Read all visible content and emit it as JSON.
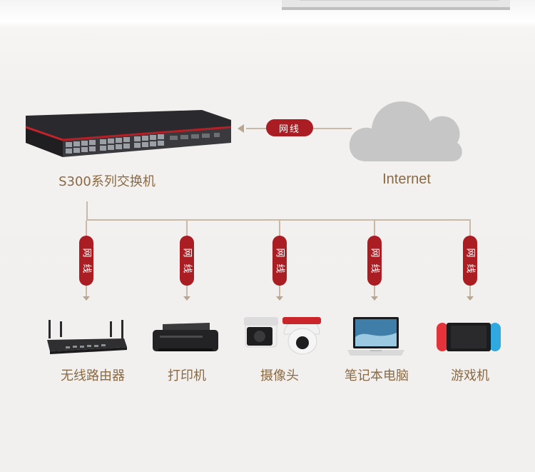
{
  "switch": {
    "label": "S300系列交换机"
  },
  "cloud": {
    "label": "Internet"
  },
  "cable_label": "网线",
  "cable_label_chars": [
    "网",
    "线"
  ],
  "devices": [
    {
      "name": "wireless-router",
      "label": "无线路由器",
      "icon": "router-icon"
    },
    {
      "name": "printer",
      "label": "打印机",
      "icon": "printer-icon"
    },
    {
      "name": "camera",
      "label": "摄像头",
      "icon": "camera-icon"
    },
    {
      "name": "laptop",
      "label": "笔记本电脑",
      "icon": "laptop-icon"
    },
    {
      "name": "game-console",
      "label": "游戏机",
      "icon": "game-console-icon"
    }
  ],
  "colors": {
    "accent": "#a91d23",
    "text": "#8a6a44",
    "line": "#c9b9a6",
    "cloud": "#c6c6c6"
  }
}
